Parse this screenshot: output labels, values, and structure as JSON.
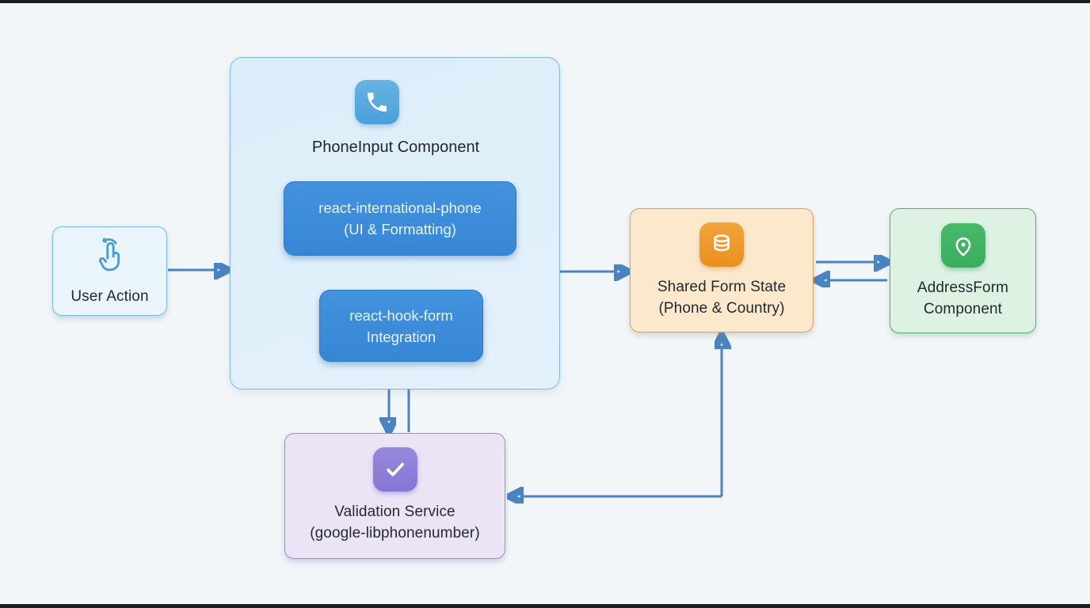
{
  "page": {
    "background_color": "#f2f6f9",
    "frame_bar_color": "#1d1d1f"
  },
  "diagram": {
    "arrow_color": "#4a83c1",
    "arrowhead_color": "#3e86d0",
    "nodes": {
      "user_action": {
        "label": "User Action",
        "icon": "tap-gesture-icon",
        "fill": "#e9f4fb",
        "border": "#79b7dc"
      },
      "phone_input": {
        "title": "PhoneInput Component",
        "icon": "phone-icon",
        "fill": "#ddeefa",
        "border": "#7cb9e1",
        "icon_bg": "#57a9de"
      },
      "react_international_phone": {
        "line1": "react-international-phone",
        "line2": "(UI & Formatting)",
        "fill": "#3d8edb"
      },
      "react_hook_form": {
        "line1": "react-hook-form",
        "line2": "Integration",
        "fill": "#3d8edb"
      },
      "shared_form_state": {
        "line1": "Shared Form State",
        "line2": "(Phone & Country)",
        "icon": "database-icon",
        "fill": "#fce8cd",
        "border": "#daa25f",
        "icon_bg": "#ef9a30"
      },
      "address_form": {
        "line1": "AddressForm",
        "line2": "Component",
        "icon": "location-pin-icon",
        "fill": "#def2e4",
        "border": "#58aa7b",
        "icon_bg": "#41b464"
      },
      "validation_service": {
        "line1": "Validation Service",
        "line2": "(google-libphonenumber)",
        "icon": "checkmark-icon",
        "fill": "#ebe4f7",
        "border": "#9d8ec3",
        "icon_bg": "#8f80d8"
      }
    }
  }
}
